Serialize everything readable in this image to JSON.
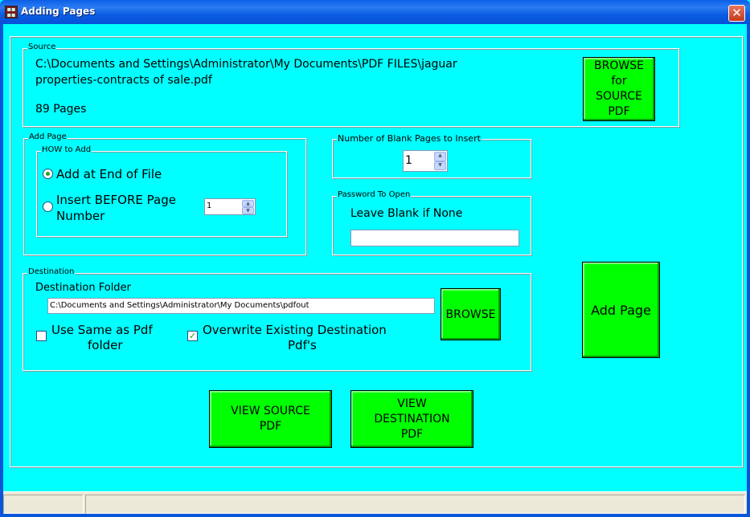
{
  "window": {
    "title": "Adding Pages",
    "close_glyph": "✕"
  },
  "source": {
    "legend": "Source",
    "path_line1": "C:\\Documents and Settings\\Administrator\\My Documents\\PDF FILES\\jaguar",
    "path_line2": "properties-contracts of sale.pdf",
    "pages": "89 Pages",
    "browse_button": [
      "BROWSE",
      "for",
      "SOURCE",
      "PDF"
    ]
  },
  "add_page": {
    "legend": "Add Page",
    "how_legend": "HOW to Add",
    "option_end": "Add at End of File",
    "option_before_line1": "Insert BEFORE Page",
    "option_before_line2": "Number",
    "page_number_value": "1",
    "selected": "end"
  },
  "blank_pages": {
    "legend": "Number of Blank Pages to Insert",
    "value": "1"
  },
  "password": {
    "legend": "Password To Open",
    "hint": "Leave Blank if None",
    "value": ""
  },
  "destination": {
    "legend": "Destination",
    "folder_label": "Destination  Folder",
    "folder_value": "C:\\Documents and Settings\\Administrator\\My Documents\\pdfout",
    "browse_button": "BROWSE",
    "same_as_pdf_line1": "Use Same as Pdf",
    "same_as_pdf_line2": "folder",
    "same_as_pdf_checked": false,
    "overwrite_line1": "Overwrite Existing Destination",
    "overwrite_line2": "Pdf's",
    "overwrite_checked": true
  },
  "buttons": {
    "add_page": "Add Page",
    "view_source": [
      "VIEW SOURCE",
      "PDF"
    ],
    "view_destination": [
      "VIEW",
      "DESTINATION",
      "PDF"
    ]
  },
  "colors": {
    "background": "#00ffff",
    "button": "#00ff00",
    "titlebar": "#0a5fe6"
  },
  "icons": {
    "app": "app-icon",
    "close": "close-icon",
    "check": "checkmark-icon",
    "spin": "spin-arrows-icon"
  }
}
